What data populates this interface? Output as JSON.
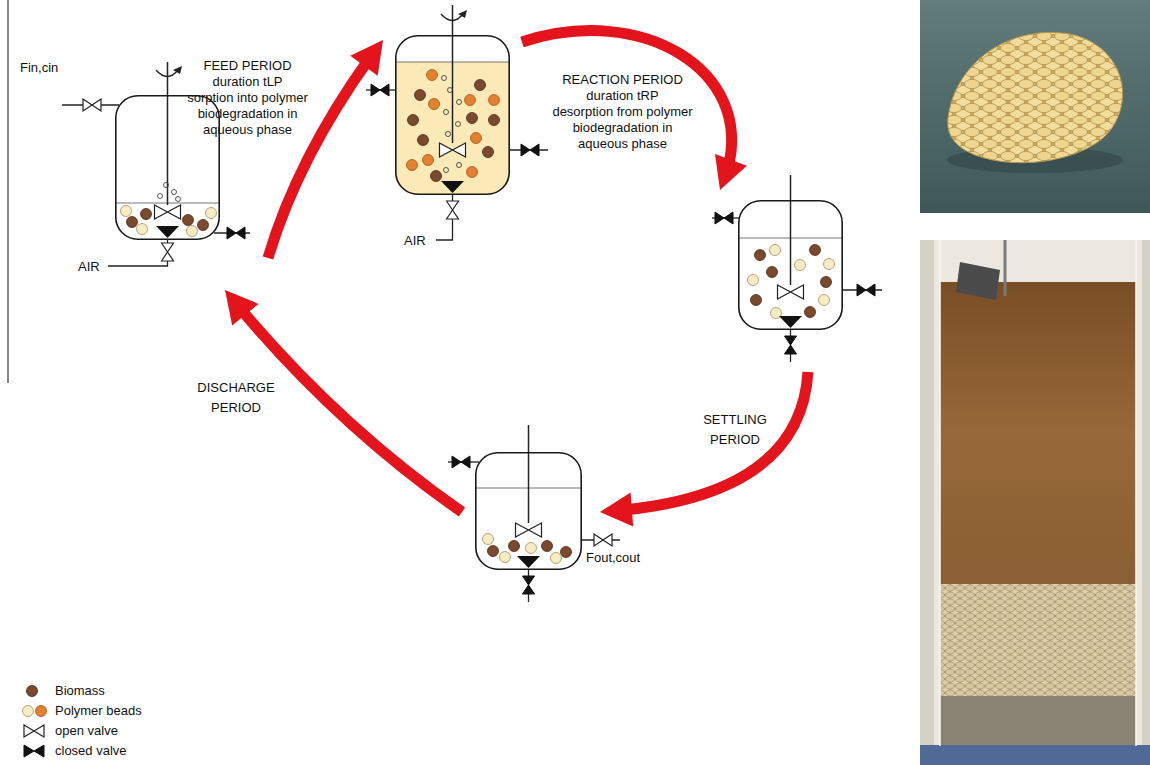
{
  "diagram": {
    "nodes": [
      {
        "text": [
          "FEED PERIOD",
          "duration tLP",
          "sorption into polymer biodegradation in aqueous phase"
        ]
      },
      {
        "text": [
          "REACTION PERIOD",
          "duration tRP",
          "desorption from polymer biodegradation in aqueous phase"
        ]
      },
      {
        "text": [
          "SETTLING PERIOD"
        ]
      },
      {
        "text": [
          "DISCHARGE PERIOD"
        ]
      }
    ],
    "edges": [
      {
        "from": 0,
        "to": 1,
        "arrow": "to"
      },
      {
        "from": 1,
        "to": 2,
        "arrow": "to"
      },
      {
        "from": 2,
        "to": 3,
        "arrow": "to"
      },
      {
        "from": 3,
        "to": 0,
        "arrow": "to"
      }
    ],
    "labels": [
      "Fin,cin",
      "AIR",
      "AIR",
      "Fout,cout"
    ],
    "legend": [
      {
        "text": "Biomass",
        "color": "#7b4a2e"
      },
      {
        "text": "Polymer beads"
      },
      {
        "text": "open valve"
      },
      {
        "text": "closed valve"
      }
    ]
  }
}
